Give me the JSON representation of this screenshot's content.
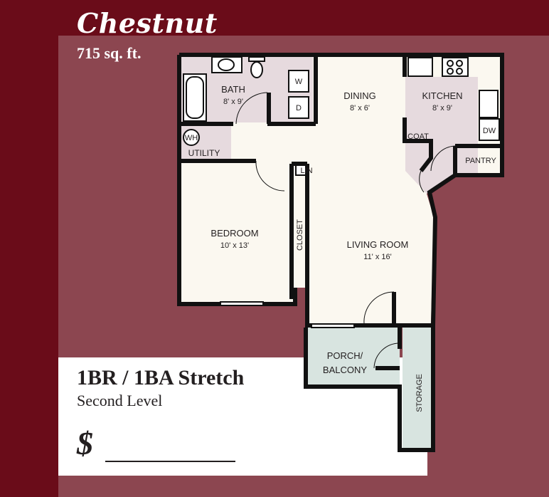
{
  "plan_name": "Chestnut",
  "square_feet": "715 sq. ft.",
  "unit_type": "1BR / 1BA Stretch",
  "level": "Second Level",
  "price_symbol": "$",
  "colors": {
    "background": "#6a0c19",
    "panel": "#8c4650",
    "floor": "#fbf8f0",
    "tile": "#e6dade",
    "porch": "#d8e4e0",
    "wall": "#111111"
  },
  "rooms": {
    "bath": {
      "name": "BATH",
      "size": "8' x 9'"
    },
    "dining": {
      "name": "DINING",
      "size": "8' x 6'"
    },
    "kitchen": {
      "name": "KITCHEN",
      "size": "8' x 9'"
    },
    "bedroom": {
      "name": "BEDROOM",
      "size": "10' x 13'"
    },
    "living": {
      "name": "LIVING ROOM",
      "size": "11' x 16'"
    },
    "utility": "UTILITY",
    "water_heater": "WH",
    "washer": "W",
    "dryer": "D",
    "linen": "LIN",
    "closet": "CLOSET",
    "coat": "COAT",
    "pantry": "PANTRY",
    "dishwasher": "DW",
    "porch_line1": "PORCH/",
    "porch_line2": "BALCONY",
    "storage": "STORAGE"
  }
}
